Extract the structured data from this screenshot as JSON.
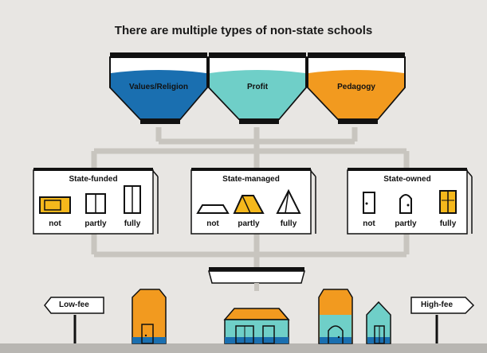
{
  "title": "There are multiple types of non-state schools",
  "colors": {
    "religion": "#1a6fb0",
    "profit": "#6fcfc8",
    "pedagogy": "#f29a1f",
    "highlight": "#f5b81c",
    "pipe": "#c8c5bf",
    "ground": "#b8b6b2"
  },
  "hoppers": [
    {
      "label": "Values/Religion",
      "color": "religion"
    },
    {
      "label": "Profit",
      "color": "profit"
    },
    {
      "label": "Pedagogy",
      "color": "pedagogy"
    }
  ],
  "boxes": [
    {
      "title": "State-funded",
      "options": [
        "not",
        "partly",
        "fully"
      ],
      "highlighted": "not"
    },
    {
      "title": "State-managed",
      "options": [
        "not",
        "partly",
        "fully"
      ],
      "highlighted": "partly"
    },
    {
      "title": "State-owned",
      "options": [
        "not",
        "partly",
        "fully"
      ],
      "highlighted": "fully"
    }
  ],
  "signs": {
    "left": "Low-fee",
    "right": "High-fee"
  }
}
